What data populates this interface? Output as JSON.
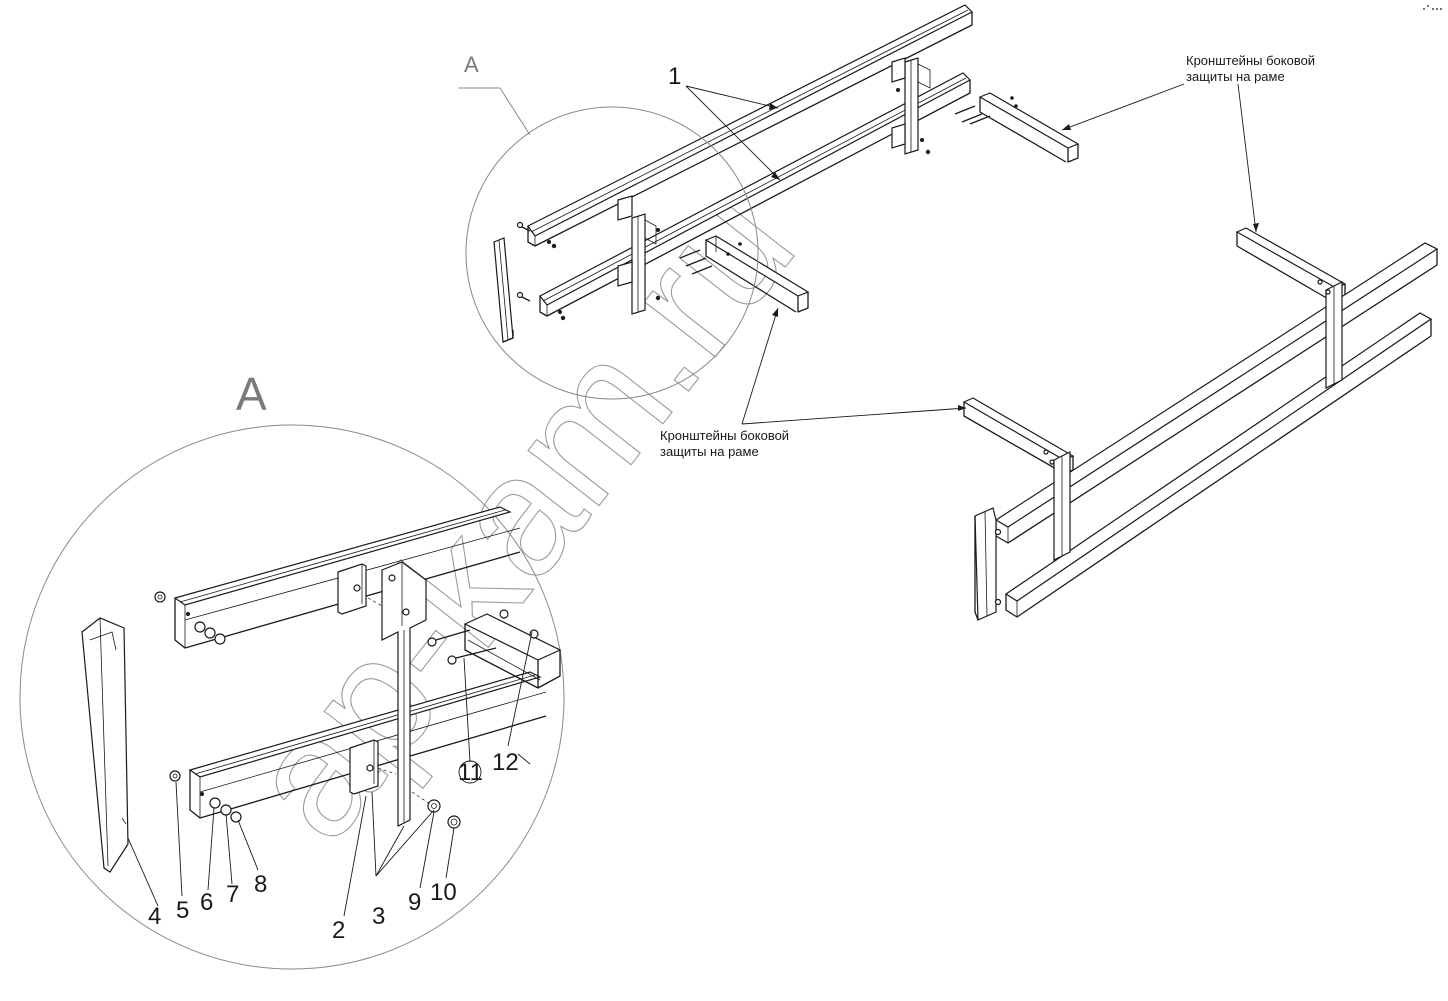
{
  "detail": {
    "view_letter_top": "А",
    "view_letter_detail": "А"
  },
  "callouts": {
    "bracket_label_top_line1": "Кронштейны боковой",
    "bracket_label_top_line2": "защиты на раме",
    "bracket_label_mid_line1": "Кронштейны боковой",
    "bracket_label_mid_line2": "защиты на раме"
  },
  "part_numbers": {
    "p1": "1",
    "p2": "2",
    "p3": "3",
    "p4": "4",
    "p5": "5",
    "p6": "6",
    "p7": "7",
    "p8": "8",
    "p9": "9",
    "p10": "10",
    "p11": "11",
    "p12": "12"
  },
  "watermark": {
    "text": "ap-kam.ru"
  },
  "colors": {
    "line": "#1a1a1a",
    "grey_letter": "#7a7a7a",
    "watermark": "#9a9a9a"
  }
}
